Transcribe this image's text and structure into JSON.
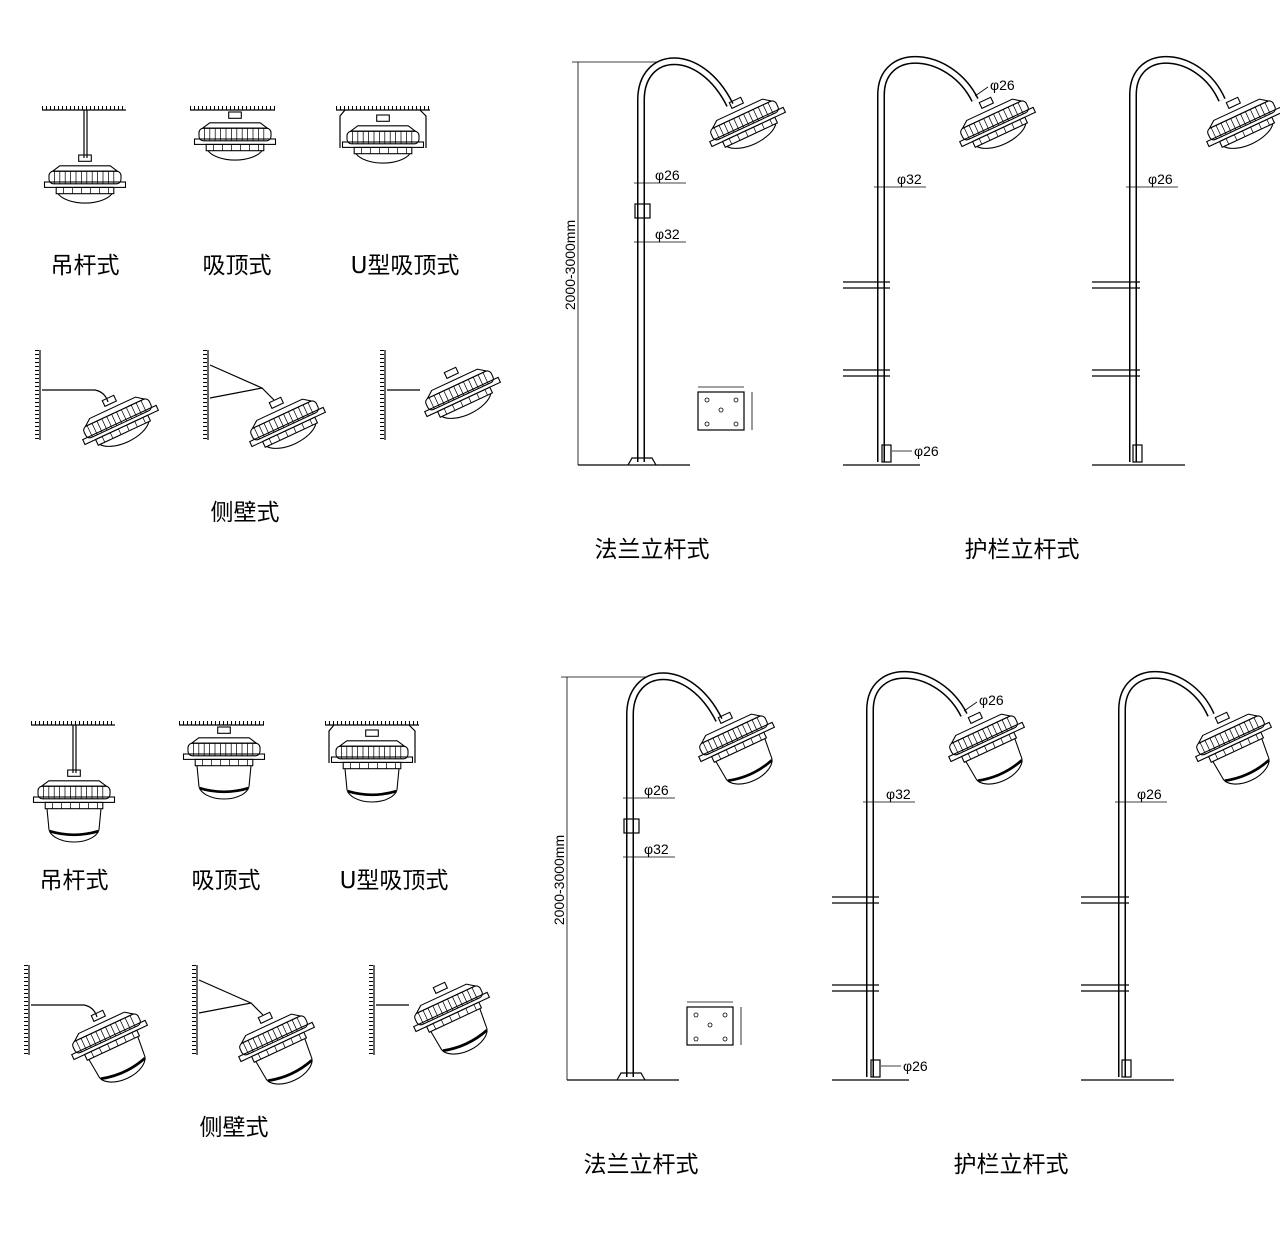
{
  "panels": [
    {
      "variant": "shallow-dome",
      "mount_labels": {
        "pendant": "吊杆式",
        "ceiling": "吸顶式",
        "u_ceiling": "U型吸顶式",
        "wall": "侧壁式"
      },
      "pole_labels": {
        "flange": "法兰立杆式",
        "guardrail": "护栏立杆式"
      },
      "dims": {
        "height": "2000-3000mm",
        "flange_upper": "φ26",
        "flange_lower": "φ32",
        "rail_top": "φ26",
        "rail_pipe": "φ32",
        "rail_bottom": "φ26",
        "rail2_pipe": "φ26"
      }
    },
    {
      "variant": "tall-globe",
      "mount_labels": {
        "pendant": "吊杆式",
        "ceiling": "吸顶式",
        "u_ceiling": "U型吸顶式",
        "wall": "侧壁式"
      },
      "pole_labels": {
        "flange": "法兰立杆式",
        "guardrail": "护栏立杆式"
      },
      "dims": {
        "height": "2000-3000mm",
        "flange_upper": "φ26",
        "flange_lower": "φ32",
        "rail_top": "φ26",
        "rail_pipe": "φ32",
        "rail_bottom": "φ26",
        "rail2_pipe": "φ26"
      }
    }
  ]
}
